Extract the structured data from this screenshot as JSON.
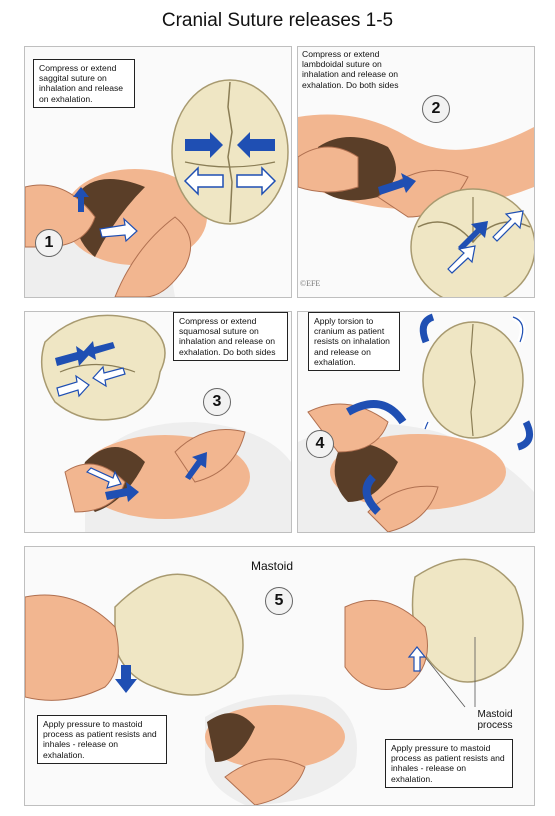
{
  "title": "Cranial Suture releases 1-5",
  "panels": [
    {
      "number": "1",
      "caption": "Compress or extend saggital suture on inhalation and release on exhalation."
    },
    {
      "number": "2",
      "caption": "Compress or extend lambdoidal suture on inhalation and release on exhalation. Do both sides"
    },
    {
      "number": "3",
      "caption": "Compress or extend squamosal suture on inhalation and release on exhalation. Do both sides"
    },
    {
      "number": "4",
      "caption": "Apply torsion to cranium as patient resists on inhalation and release on exhalation."
    },
    {
      "number": "5",
      "label_top": "Mastoid",
      "label_right": "Mastoid process",
      "caption_left": "Apply pressure to mastoid process as patient resists and inhales - release on exhalation.",
      "caption_right": "Apply pressure to mastoid process as patient resists and inhales - release on exhalation."
    }
  ],
  "signature": "©EFE",
  "colors": {
    "arrow_blue": "#1f4fb3",
    "skull": "#efe6c4",
    "skin": "#f2b690",
    "hair": "#5a3e28"
  }
}
